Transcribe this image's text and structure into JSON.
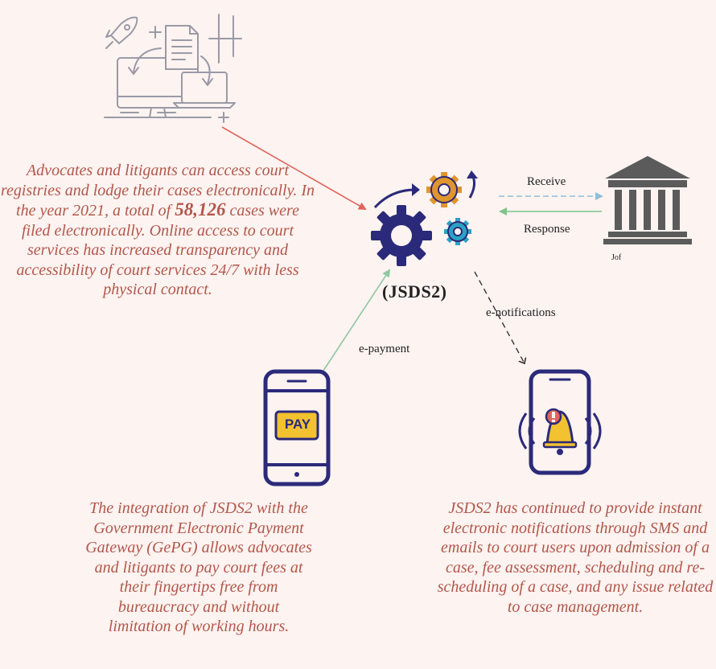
{
  "intro": {
    "before": "Advocates and litigants can access court registries and lodge their cases electronically. In the year 2021, a total of ",
    "highlight": "58,126",
    "after": " cases were filed electronically. Online access to court services has increased transparency and accessibility of court services 24/7 with less physical contact."
  },
  "system_label": "(JSDS2)",
  "arrows": {
    "receive": "Receive",
    "response": "Response",
    "e_notifications": "e-notifications",
    "e_payment": "e-payment"
  },
  "court_label": "Jof",
  "pay_icon_text": "PAY",
  "payment_text": "The integration of JSDS2 with the Government Electronic Payment Gateway (GePG) allows advocates and litigants to pay court fees at their fingertips free from bureaucracy and without limitation of working hours.",
  "notification_text": "JSDS2 has continued to provide instant electronic notifications through SMS and emails to court users upon admission of a case, fee assessment, scheduling and re-scheduling of a case, and any issue related to case management.",
  "colors": {
    "background": "#fdf3f1",
    "text_accent": "#b2574a",
    "gear_dark": "#2b2a7a",
    "gear_orange": "#e0952e",
    "gear_teal": "#2aa3c4",
    "arrow_red": "#e0655a",
    "arrow_green": "#7cc48a",
    "arrow_blue": "#8fbfdc",
    "arrow_teal_green": "#8fc7a3",
    "court_gray": "#5b5b5b",
    "bell_yellow": "#f2c230"
  },
  "icons": [
    "computer-icon",
    "rocket-icon",
    "document-icon",
    "laptop-icon",
    "gears-icon",
    "courthouse-icon",
    "phone-pay-icon",
    "phone-bell-icon"
  ]
}
